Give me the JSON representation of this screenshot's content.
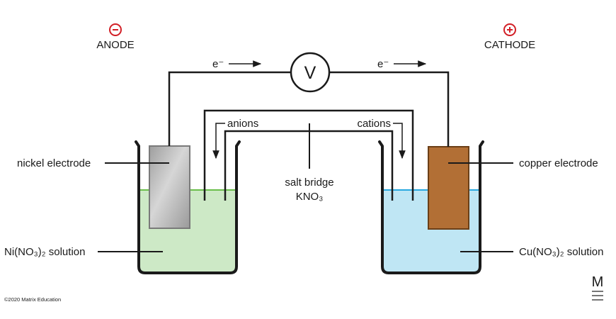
{
  "anode": {
    "sign": "−",
    "label": "ANODE"
  },
  "cathode": {
    "sign": "+",
    "label": "CATHODE"
  },
  "electron_flow": {
    "left": "e⁻",
    "right": "e⁻"
  },
  "voltmeter": {
    "symbol": "V"
  },
  "salt_bridge": {
    "label_line1": "salt bridge",
    "label_line2": "KNO₃",
    "anions": "anions",
    "cations": "cations"
  },
  "left_cell": {
    "electrode": "nickel electrode",
    "solution": "Ni(NO₃)₂ solution",
    "solution_color": "#cde9c6",
    "surface_color": "#6abf4b",
    "electrode_color": "#b8b8b8"
  },
  "right_cell": {
    "electrode": "copper electrode",
    "solution": "Cu(NO₃)₂ solution",
    "solution_color": "#bfe6f4",
    "surface_color": "#29a8e0",
    "electrode_color": "#b26f35"
  },
  "copyright": "©2020 Matrix Education",
  "logo": "M"
}
